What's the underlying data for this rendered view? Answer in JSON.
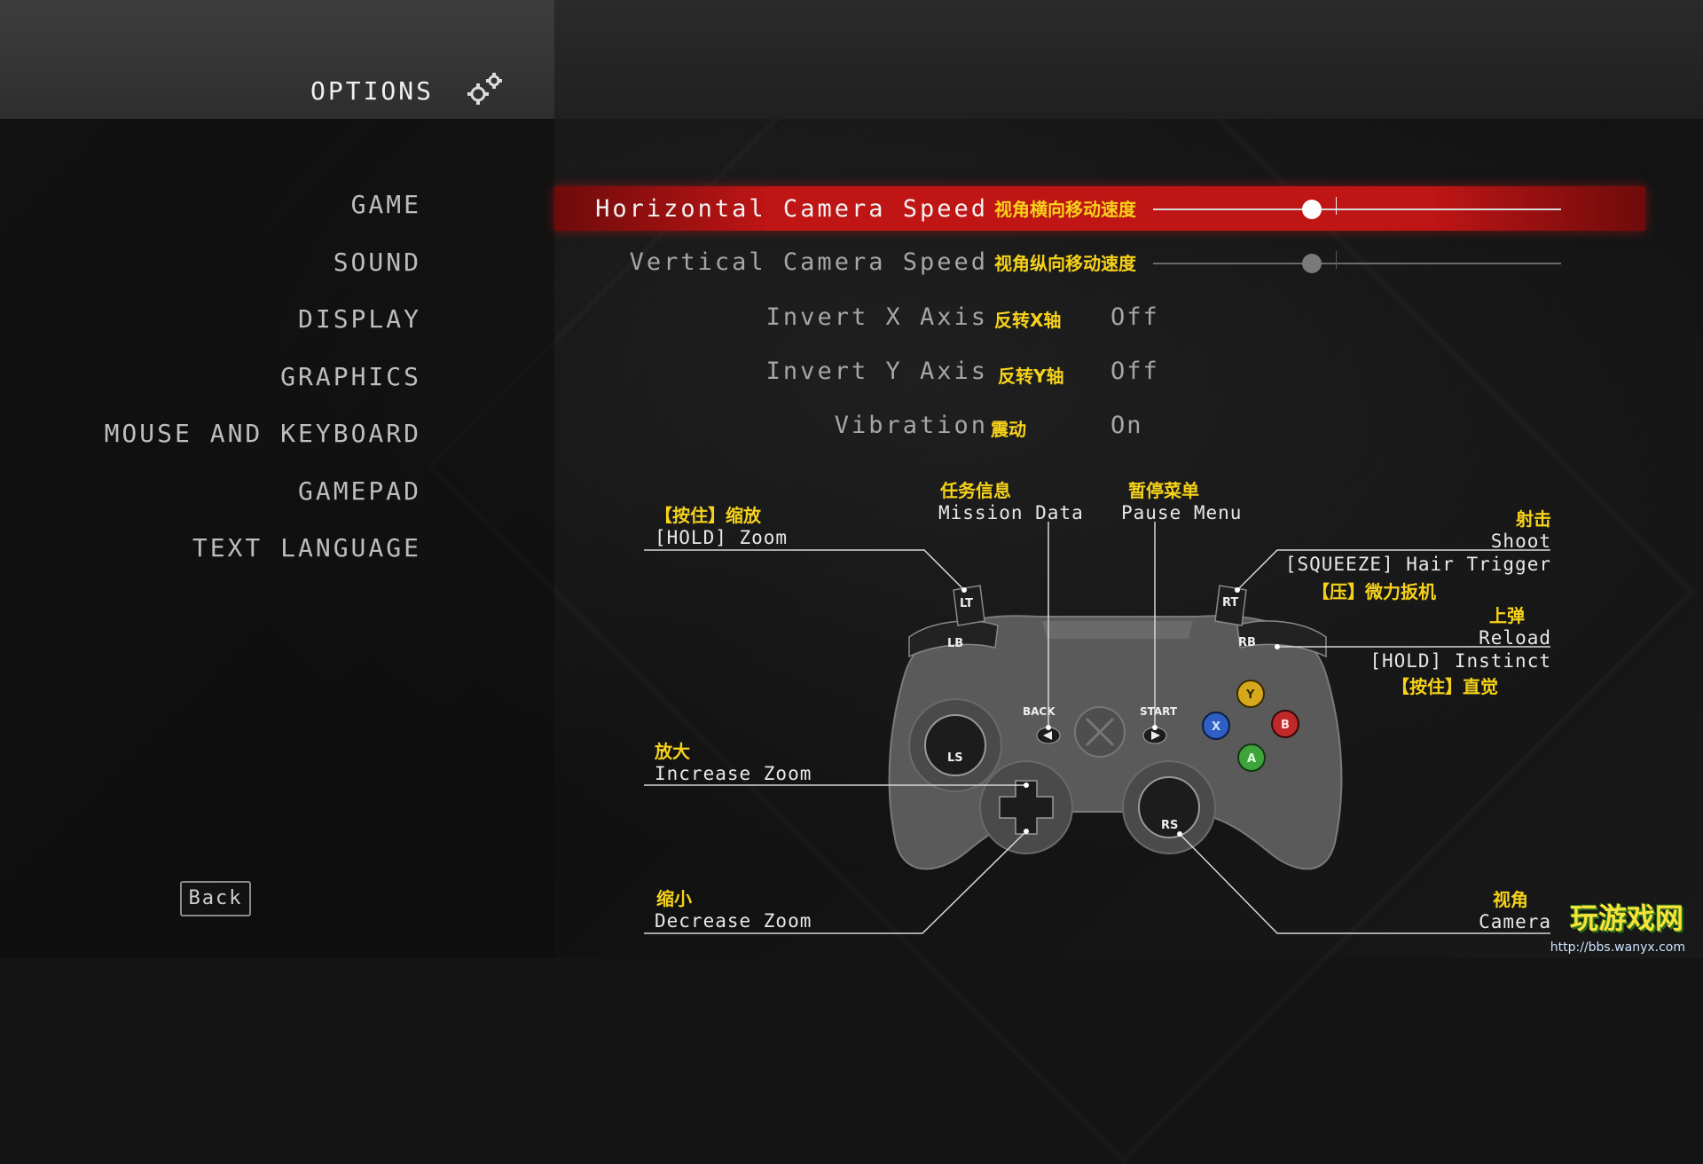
{
  "header": {
    "title": "OPTIONS"
  },
  "menu": {
    "items": [
      {
        "label": "GAME"
      },
      {
        "label": "SOUND"
      },
      {
        "label": "DISPLAY"
      },
      {
        "label": "GRAPHICS"
      },
      {
        "label": "MOUSE AND KEYBOARD"
      },
      {
        "label": "GAMEPAD"
      },
      {
        "label": "TEXT LANGUAGE"
      }
    ]
  },
  "settings": {
    "h_speed": {
      "label": "Horizontal Camera Speed",
      "cn": "视角横向移动速度",
      "value": 0.39
    },
    "v_speed": {
      "label": "Vertical Camera Speed",
      "cn": "视角纵向移动速度",
      "value": 0.39
    },
    "invert_x": {
      "label": "Invert X Axis",
      "cn": "反转X轴",
      "value": "Off"
    },
    "invert_y": {
      "label": "Invert Y Axis",
      "cn": "反转Y轴",
      "value": "Off"
    },
    "vibration": {
      "label": "Vibration",
      "cn": "震动",
      "value": "On"
    }
  },
  "callouts": {
    "zoom_hold": {
      "cn": "【按住】缩放",
      "en": "[HOLD] Zoom"
    },
    "mission": {
      "cn": "任务信息",
      "en": "Mission Data"
    },
    "pause": {
      "cn": "暂停菜单",
      "en": "Pause Menu"
    },
    "shoot": {
      "cn": "射击",
      "en": "Shoot"
    },
    "hair_trigger": {
      "en": "[SQUEEZE] Hair Trigger",
      "cn": "【压】微力扳机"
    },
    "reload": {
      "cn": "上弹",
      "en": "Reload"
    },
    "instinct": {
      "en": "[HOLD] Instinct",
      "cn": "【按住】直觉"
    },
    "inc_zoom": {
      "cn": "放大",
      "en": "Increase Zoom"
    },
    "dec_zoom": {
      "cn": "缩小",
      "en": "Decrease Zoom"
    },
    "camera": {
      "cn": "视角",
      "en": "Camera"
    }
  },
  "controller": {
    "lt": "LT",
    "rt": "RT",
    "lb": "LB",
    "rb": "RB",
    "back": "BACK",
    "start": "START",
    "ls": "LS",
    "rs": "RS",
    "y": "Y",
    "x": "X",
    "b": "B",
    "a": "A"
  },
  "footer": {
    "back_label": "Back"
  },
  "watermark": {
    "text": "玩游戏网",
    "url": "http://bbs.wanyx.com"
  },
  "colors": {
    "highlight": "#c01515",
    "accent_cn": "#f6d21a",
    "btn_y": "#d6a81c",
    "btn_x": "#2f5fc2",
    "btn_b": "#c0282a",
    "btn_a": "#3ea33a"
  }
}
